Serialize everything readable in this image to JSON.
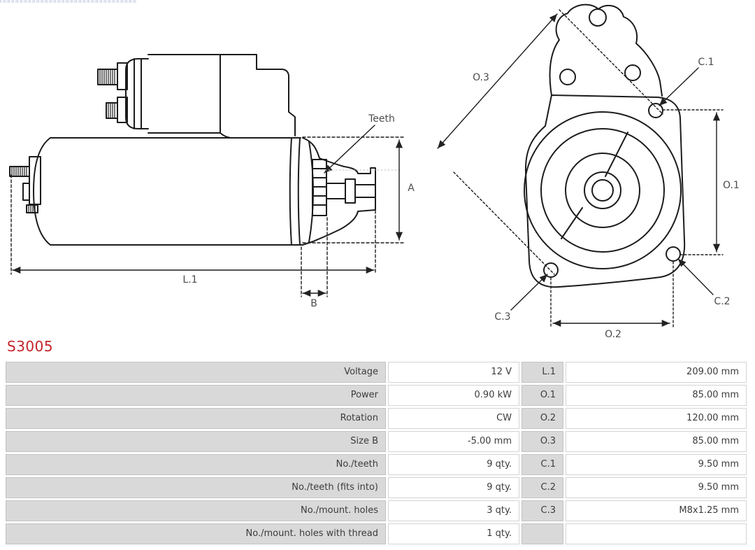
{
  "part": {
    "number": "S3005"
  },
  "colors": {
    "accent_red": "#c5232a",
    "table_gray": "#d9d9d9",
    "drawing_line": "#1c1c1c",
    "label_text": "#4c4c4c"
  },
  "diagram": {
    "side_view": {
      "teeth": "Teeth",
      "a": "A",
      "b": "B",
      "l1": "L.1"
    },
    "front_view": {
      "o1": "O.1",
      "o2": "O.2",
      "o3": "O.3",
      "c1": "C.1",
      "c2": "C.2",
      "c3": "C.3"
    }
  },
  "spec_table": {
    "rows": [
      {
        "label": "Voltage",
        "value": "12 V",
        "dim": "L.1",
        "dim_value": "209.00 mm"
      },
      {
        "label": "Power",
        "value": "0.90 kW",
        "dim": "O.1",
        "dim_value": "85.00 mm"
      },
      {
        "label": "Rotation",
        "value": "CW",
        "dim": "O.2",
        "dim_value": "120.00 mm"
      },
      {
        "label": "Size B",
        "value": "-5.00 mm",
        "dim": "O.3",
        "dim_value": "85.00 mm"
      },
      {
        "label": "No./teeth",
        "value": "9 qty.",
        "dim": "C.1",
        "dim_value": "9.50 mm"
      },
      {
        "label": "No./teeth (fits into)",
        "value": "9 qty.",
        "dim": "C.2",
        "dim_value": "9.50 mm"
      },
      {
        "label": "No./mount. holes",
        "value": "3 qty.",
        "dim": "C.3",
        "dim_value": "M8x1.25 mm"
      },
      {
        "label": "No./mount. holes with thread",
        "value": "1 qty.",
        "dim": "",
        "dim_value": ""
      }
    ]
  }
}
